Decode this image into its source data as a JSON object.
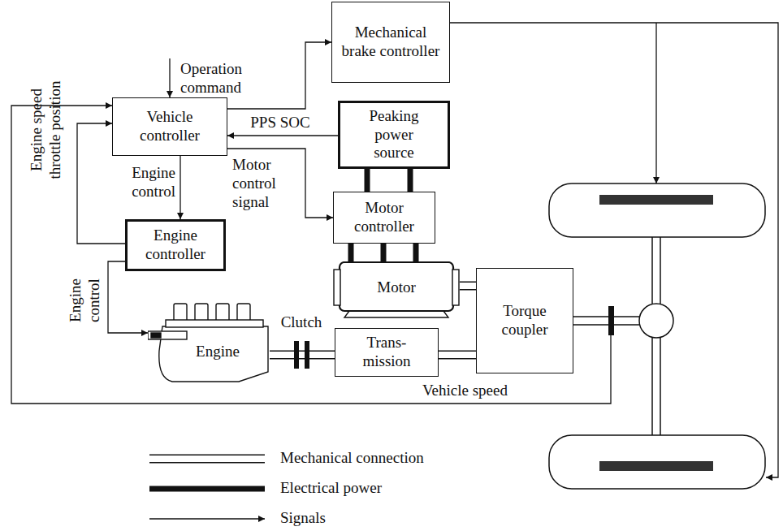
{
  "diagram": {
    "nodes": [
      {
        "text": [
          "Mechanical brake controller"
        ]
      },
      {
        "text": [
          "Vehicle controller"
        ]
      },
      {
        "text": [
          "Peaking power source"
        ]
      },
      {
        "text": [
          "Motor controller"
        ]
      },
      {
        "text": [
          "Engine controller"
        ]
      },
      {
        "text": [
          "Motor"
        ]
      },
      {
        "text": [
          "Torque coupler"
        ]
      },
      {
        "text": [
          "Engine"
        ]
      },
      {
        "text": [
          "Trans- mission"
        ]
      }
    ],
    "edges": [
      {
        "from": 1,
        "to": 0,
        "arrow": "to"
      },
      {
        "from": 2,
        "to": 1,
        "label": "PPS SOC",
        "arrow": "to"
      },
      {
        "from": 1,
        "to": 3,
        "label": "Motor control signal",
        "arrow": "to"
      },
      {
        "from": 1,
        "to": 4,
        "label": "Engine control",
        "arrow": "to"
      },
      {
        "from": 4,
        "to": 1,
        "label": "Engine speed throttle position",
        "arrow": "to"
      },
      {
        "from": 4,
        "to": 7,
        "label": "Engine control",
        "arrow": "to"
      },
      {
        "from": 2,
        "to": 3,
        "arrow": "none"
      },
      {
        "from": 3,
        "to": 5,
        "arrow": "none"
      },
      {
        "from": 7,
        "to": 8,
        "label": "Clutch",
        "arrow": "none"
      },
      {
        "from": 5,
        "to": 6,
        "arrow": "none"
      },
      {
        "from": 8,
        "to": 6,
        "arrow": "none"
      }
    ],
    "labels": [
      "Operation command",
      "Vehicle speed"
    ],
    "legend": [
      {
        "text": "Mechanical connection"
      },
      {
        "text": "Electrical power"
      },
      {
        "text": "Signals"
      }
    ]
  }
}
